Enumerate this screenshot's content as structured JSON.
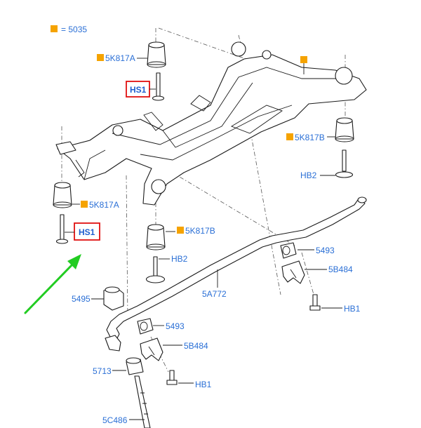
{
  "legend": {
    "text": "= 5035",
    "square_color": "#f5a300"
  },
  "labels": {
    "top_left_bushing": "5K817A",
    "top_bolt": "HS1",
    "right_bushing": "5K817B",
    "right_bolt": "HB2",
    "left_bushing": "5K817A",
    "left_bolt": "HS1",
    "center_bushing": "5K817B",
    "center_bolt": "HB2",
    "stabilizer_bar": "5A772",
    "link_right": "5493",
    "bracket_right": "5B484",
    "bolt_right": "HB1",
    "link_left_nut": "5495",
    "link_left": "5493",
    "bracket_left": "5B484",
    "bolt_left": "HB1",
    "mount": "5713",
    "rod": "5C486"
  },
  "colors": {
    "label_blue": "#2a6fd6",
    "highlight_red": "#e01010",
    "arrow_green": "#22cc22",
    "marker_orange": "#f5a300"
  }
}
